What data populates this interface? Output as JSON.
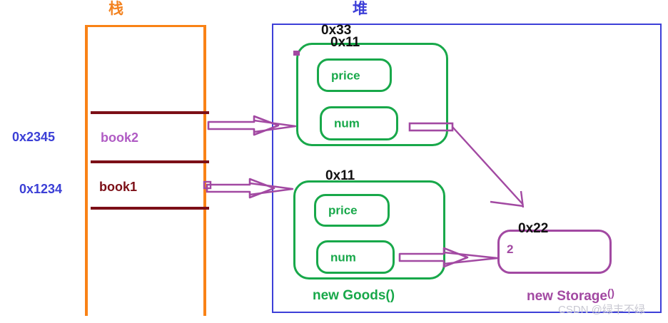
{
  "diagram": {
    "title_stack": "栈",
    "title_heap": "堆",
    "watermark": "CSDN @绿丰不绿"
  },
  "stack": {
    "label": "栈",
    "color": "#f98216",
    "divider_color": "#7c0f17",
    "slots": [
      {
        "name": "slot-book2",
        "label": "book2",
        "address": "0x2345",
        "color": "#b05bc4"
      },
      {
        "name": "slot-book1",
        "label": "book1",
        "address": "0x1234",
        "color": "#7c0f17"
      }
    ]
  },
  "heap": {
    "label": "堆",
    "color": "#3d3fd8",
    "objects": [
      {
        "name": "goods-top",
        "address_outer": "0x33",
        "address_inner": "0x11",
        "fields": [
          {
            "label": "price"
          },
          {
            "label": "num"
          }
        ],
        "color": "#18a84a"
      },
      {
        "name": "goods-bottom",
        "address": "0x11",
        "fields": [
          {
            "label": "price"
          },
          {
            "label": "num"
          }
        ],
        "caption": "new Goods",
        "caption_parens": "()",
        "color": "#18a84a"
      },
      {
        "name": "storage",
        "address": "0x22",
        "value": "2",
        "caption": "new Storage",
        "caption_parens": "()",
        "color": "#a249a2"
      }
    ]
  },
  "arrows": {
    "color": "#a249a2",
    "items": [
      {
        "name": "arrow-book2-to-goods-top",
        "from": "book2 slot",
        "to": "0x33 goods box"
      },
      {
        "name": "arrow-book1-to-goods-bottom",
        "from": "book1 slot",
        "to": "0x11 goods box"
      },
      {
        "name": "arrow-num-top-to-storage",
        "from": "top num field",
        "to": "0x22 storage box"
      },
      {
        "name": "arrow-num-bottom-to-storage",
        "from": "bottom num field",
        "to": "0x22 storage box"
      }
    ]
  }
}
